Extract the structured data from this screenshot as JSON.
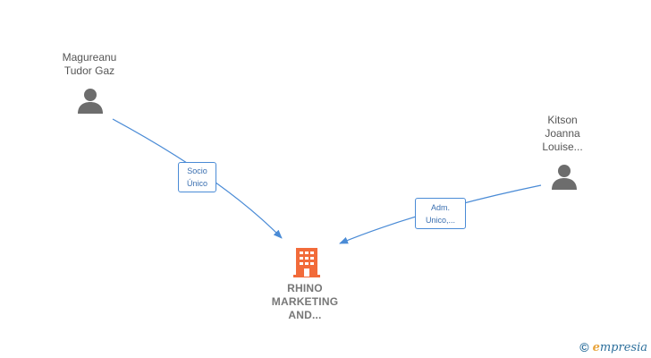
{
  "nodes": {
    "person1": {
      "name": "Magureanu\nTudor Gaz",
      "icon": "person-icon"
    },
    "person2": {
      "name": "Kitson\nJoanna\nLouise...",
      "icon": "person-icon"
    },
    "company": {
      "name": "RHINO\nMARKETING\nAND...",
      "icon": "building-icon"
    }
  },
  "edges": {
    "edge1": {
      "label": "Socio\nÚnico"
    },
    "edge2": {
      "label": "Adm.\nUnico,..."
    }
  },
  "watermark": {
    "symbol": "©",
    "brand_first": "e",
    "brand_rest": "mpresia"
  },
  "colors": {
    "edge": "#4a8bd6",
    "company": "#f26b3a",
    "person": "#6d6d6d"
  }
}
